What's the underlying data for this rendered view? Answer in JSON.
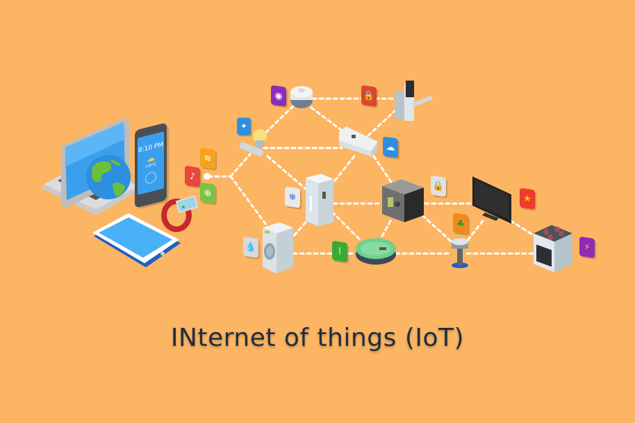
{
  "caption": "INternet of things (IoT)",
  "colors": {
    "background": "#FBB563",
    "caption_text": "#1F2D3D",
    "connector": "#FFFFFF"
  },
  "devices": {
    "laptop": {
      "label": "laptop-with-globe"
    },
    "smartphone": {
      "time": "8:10 PM",
      "temp": "+9°C"
    },
    "tablet": {
      "label": "tablet"
    },
    "smartwatch": {
      "label": "smartwatch"
    },
    "hub_node": {
      "label": "hub"
    },
    "smoke_detector": {
      "label": "smoke-detector"
    },
    "smart_lock": {
      "label": "smart-door-lock"
    },
    "smart_bulbs": {
      "label": "smart-light-bulbs"
    },
    "air_conditioner": {
      "label": "air-conditioner"
    },
    "refrigerator": {
      "label": "refrigerator"
    },
    "safe": {
      "label": "safe"
    },
    "tv": {
      "label": "television"
    },
    "washing_machine": {
      "label": "washing-machine"
    },
    "robot_vacuum": {
      "label": "robot-vacuum"
    },
    "garden_sprinkler": {
      "label": "garden-sensor"
    },
    "oven": {
      "label": "oven"
    }
  },
  "app_icons": [
    {
      "name": "wifi",
      "glyph": "≋",
      "color": "#F7A21B"
    },
    {
      "name": "bell",
      "glyph": "🔔",
      "color": "#E8453C"
    },
    {
      "name": "globe",
      "glyph": "⊕",
      "color": "#7DC242"
    },
    {
      "name": "camera",
      "glyph": "◉",
      "color": "#8E2BB8"
    },
    {
      "name": "lightbulb",
      "glyph": "💡",
      "color": "#2E8FE0"
    },
    {
      "name": "padlock-red",
      "glyph": "🔒",
      "color": "#E0442C"
    },
    {
      "name": "weather",
      "glyph": "☁",
      "color": "#2E8FE0"
    },
    {
      "name": "snowflake",
      "glyph": "❄",
      "color": "#E9E9E9"
    },
    {
      "name": "padlock-grey",
      "glyph": "🔒",
      "color": "#E0E0E0"
    },
    {
      "name": "water-drop",
      "glyph": "💧",
      "color": "#D9D9D9"
    },
    {
      "name": "broom",
      "glyph": "⌇",
      "color": "#3AA935"
    },
    {
      "name": "tree",
      "glyph": "♣",
      "color": "#F08A1C"
    },
    {
      "name": "star",
      "glyph": "★",
      "color": "#EE3B2E"
    },
    {
      "name": "lightning",
      "glyph": "⚡",
      "color": "#8E2BB8"
    }
  ]
}
